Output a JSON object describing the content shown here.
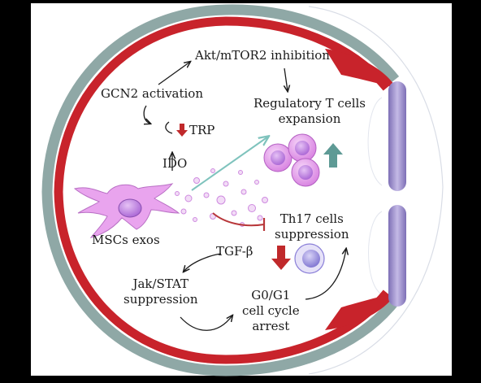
{
  "labels": {
    "akt": "Akt/mTOR2 inhibition",
    "gcn2": "GCN2 activation",
    "treg_line1": "Regulatory T cells",
    "treg_line2": "expansion",
    "trp": "TRP",
    "ido": "IDO",
    "mscs": "MSCs exos",
    "th17_line1": "Th17 cells",
    "th17_line2": "suppression",
    "tgf": "TGF-β",
    "jak_line1": "Jak/STAT",
    "jak_line2": "suppression",
    "g0_line1": "G0/G1",
    "g0_line2": "cell cycle",
    "g0_line3": "arrest"
  },
  "icons": [
    "down-arrow-icon",
    "up-arrow-icon",
    "inhibition-icon",
    "treg-cell-cluster",
    "th17-cell",
    "msc-cell",
    "exosome-particles"
  ],
  "colors": {
    "outer_ring": "#8fa8a6",
    "wall": "#c8232b",
    "treg_cell": "#d77fe0",
    "treg_nucleus": "#b06bd8",
    "th17_nucleus": "#8a7fd8",
    "up_arrow": "#5e9a95",
    "down_arrow": "#c0292b",
    "teal_arrow": "#7fc3bd",
    "inhibit_line": "#b8373a",
    "msc_body": "#e9a4ee",
    "joint": "#a395c9"
  }
}
